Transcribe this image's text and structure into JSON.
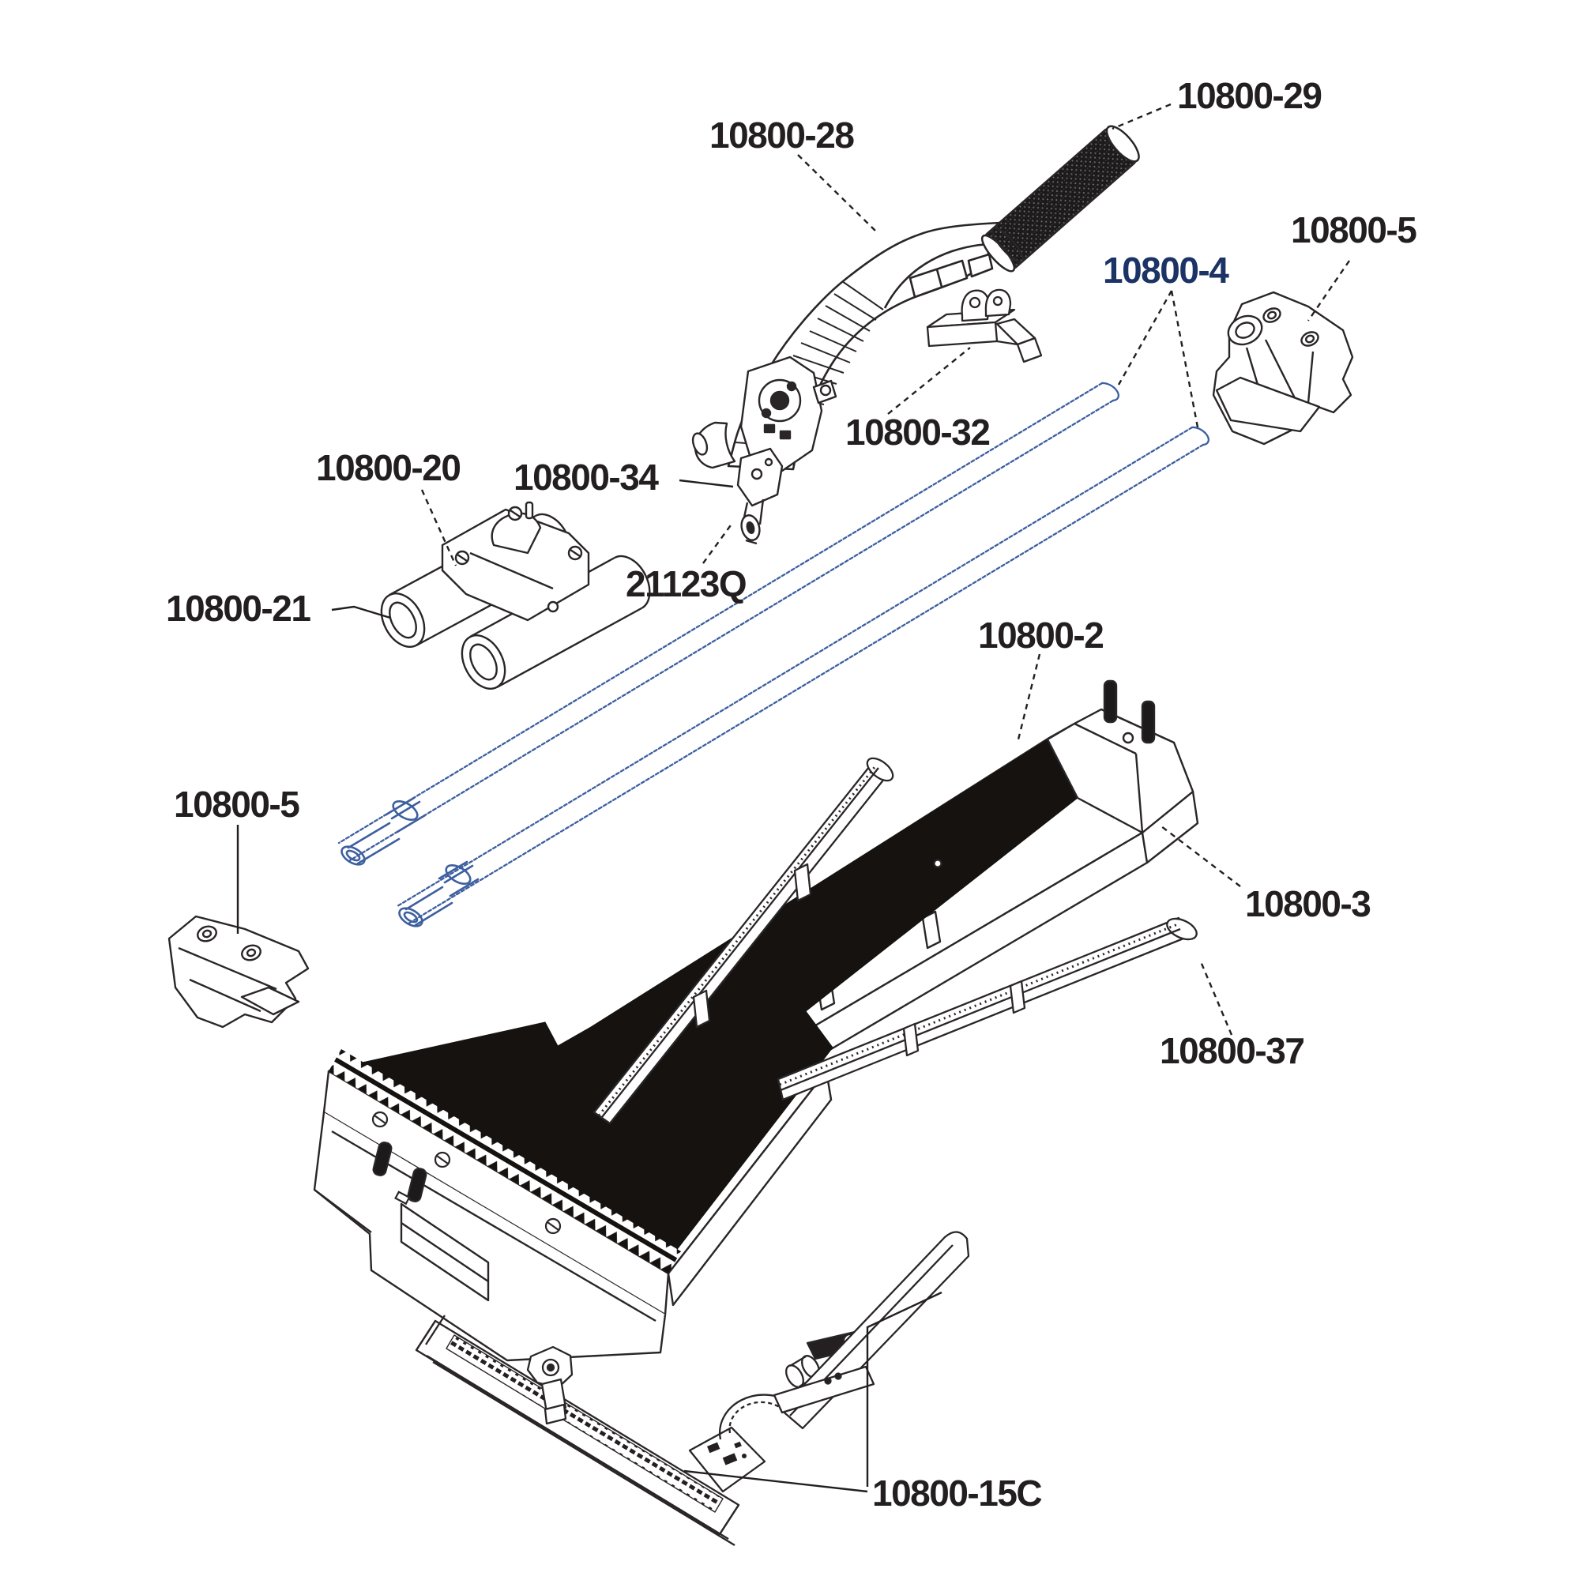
{
  "diagram": {
    "type": "exploded-parts-diagram",
    "subject": "tile cutter parts schematic",
    "colors": {
      "line": "#2a2628",
      "label_text": "#231f20",
      "highlight_text": "#1b3365",
      "rail_blue": "#3d5f9f",
      "mat_black": "#161210"
    },
    "highlighted_part": "10800-4",
    "labels": {
      "p28": {
        "text": "10800-28"
      },
      "p29": {
        "text": "10800-29"
      },
      "p5_top": {
        "text": "10800-5"
      },
      "p4": {
        "text": "10800-4"
      },
      "p32": {
        "text": "10800-32"
      },
      "p20": {
        "text": "10800-20"
      },
      "p34": {
        "text": "10800-34"
      },
      "p21": {
        "text": "10800-21"
      },
      "p21123q": {
        "text": "21123Q"
      },
      "p2": {
        "text": "10800-2"
      },
      "p5_left": {
        "text": "10800-5"
      },
      "p3": {
        "text": "10800-3"
      },
      "p37": {
        "text": "10800-37"
      },
      "p15c": {
        "text": "10800-15C"
      }
    }
  }
}
